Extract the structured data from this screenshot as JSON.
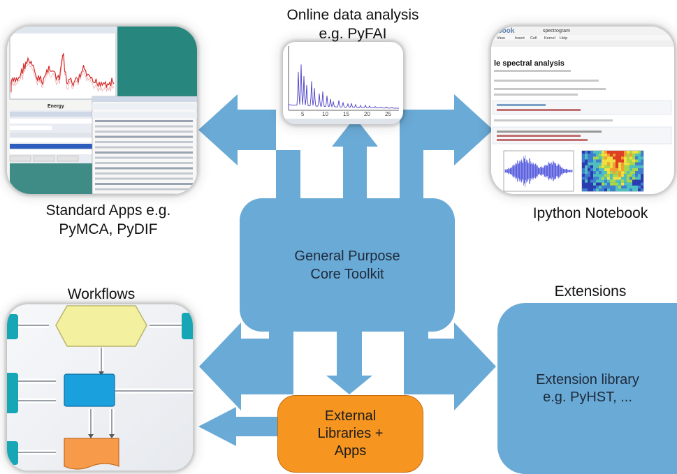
{
  "labels": {
    "online_title_line1": "Online data analysis",
    "online_title_line2": "e.g. PyFAI",
    "standard_apps_line1": "Standard Apps e.g.",
    "standard_apps_line2": "PyMCA, PyDIF",
    "ipython": "Ipython Notebook",
    "workflows": "Workflows",
    "extensions": "Extensions"
  },
  "core": {
    "line1": "General Purpose",
    "line2": "Core Toolkit"
  },
  "external": {
    "line1": "External",
    "line2": "Libraries +",
    "line3": "Apps"
  },
  "extension_library": {
    "line1": "Extension library",
    "line2": "e.g. PyHST, ..."
  },
  "pyfai_plot": {
    "x_ticks": [
      "5",
      "10",
      "15",
      "20",
      "25"
    ]
  },
  "pymca_plot": {
    "x_label": "Energy"
  },
  "notebook": {
    "brand": "ebook",
    "filename": "spectrogram",
    "heading": "le spectral analysis",
    "menu": [
      "View",
      "Insert",
      "Cell",
      "Kernel",
      "Help"
    ]
  },
  "colors": {
    "arrow_blue": "#6aaad6",
    "core_blue": "#6aaad6",
    "external_orange": "#f79521",
    "workflow_teal": "#16a6b6",
    "workflow_yellow": "#f3f0a0",
    "workflow_blue": "#1aa0dc",
    "workflow_orange": "#f79a4a"
  }
}
